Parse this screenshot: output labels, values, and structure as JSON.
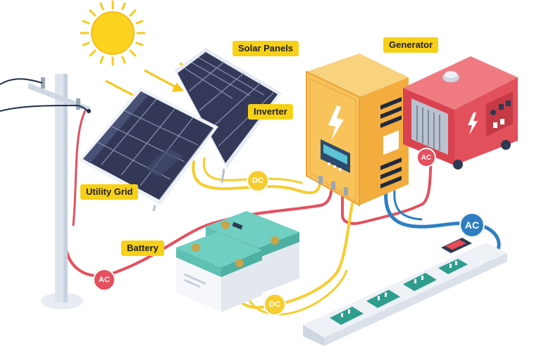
{
  "labels": {
    "solar_panels": "Solar Panels",
    "generator": "Generator",
    "inverter": "Inverter",
    "utility_grid": "Utility Grid",
    "battery": "Battery"
  },
  "badges": {
    "dc_top": "DC",
    "dc_bottom": "DC",
    "ac_grid": "AC",
    "ac_generator": "AC",
    "ac_outlet": "AC"
  },
  "colors": {
    "label_bg": "#f7d117",
    "dc_wire": "#f6cd2d",
    "ac_wire_red": "#e4505e",
    "ac_wire_blue": "#2e7fc1",
    "inverter_body": "#f7c35a",
    "generator_body": "#e2505c",
    "battery_body": "#5fc1b4",
    "panel_cell": "#34395a"
  }
}
